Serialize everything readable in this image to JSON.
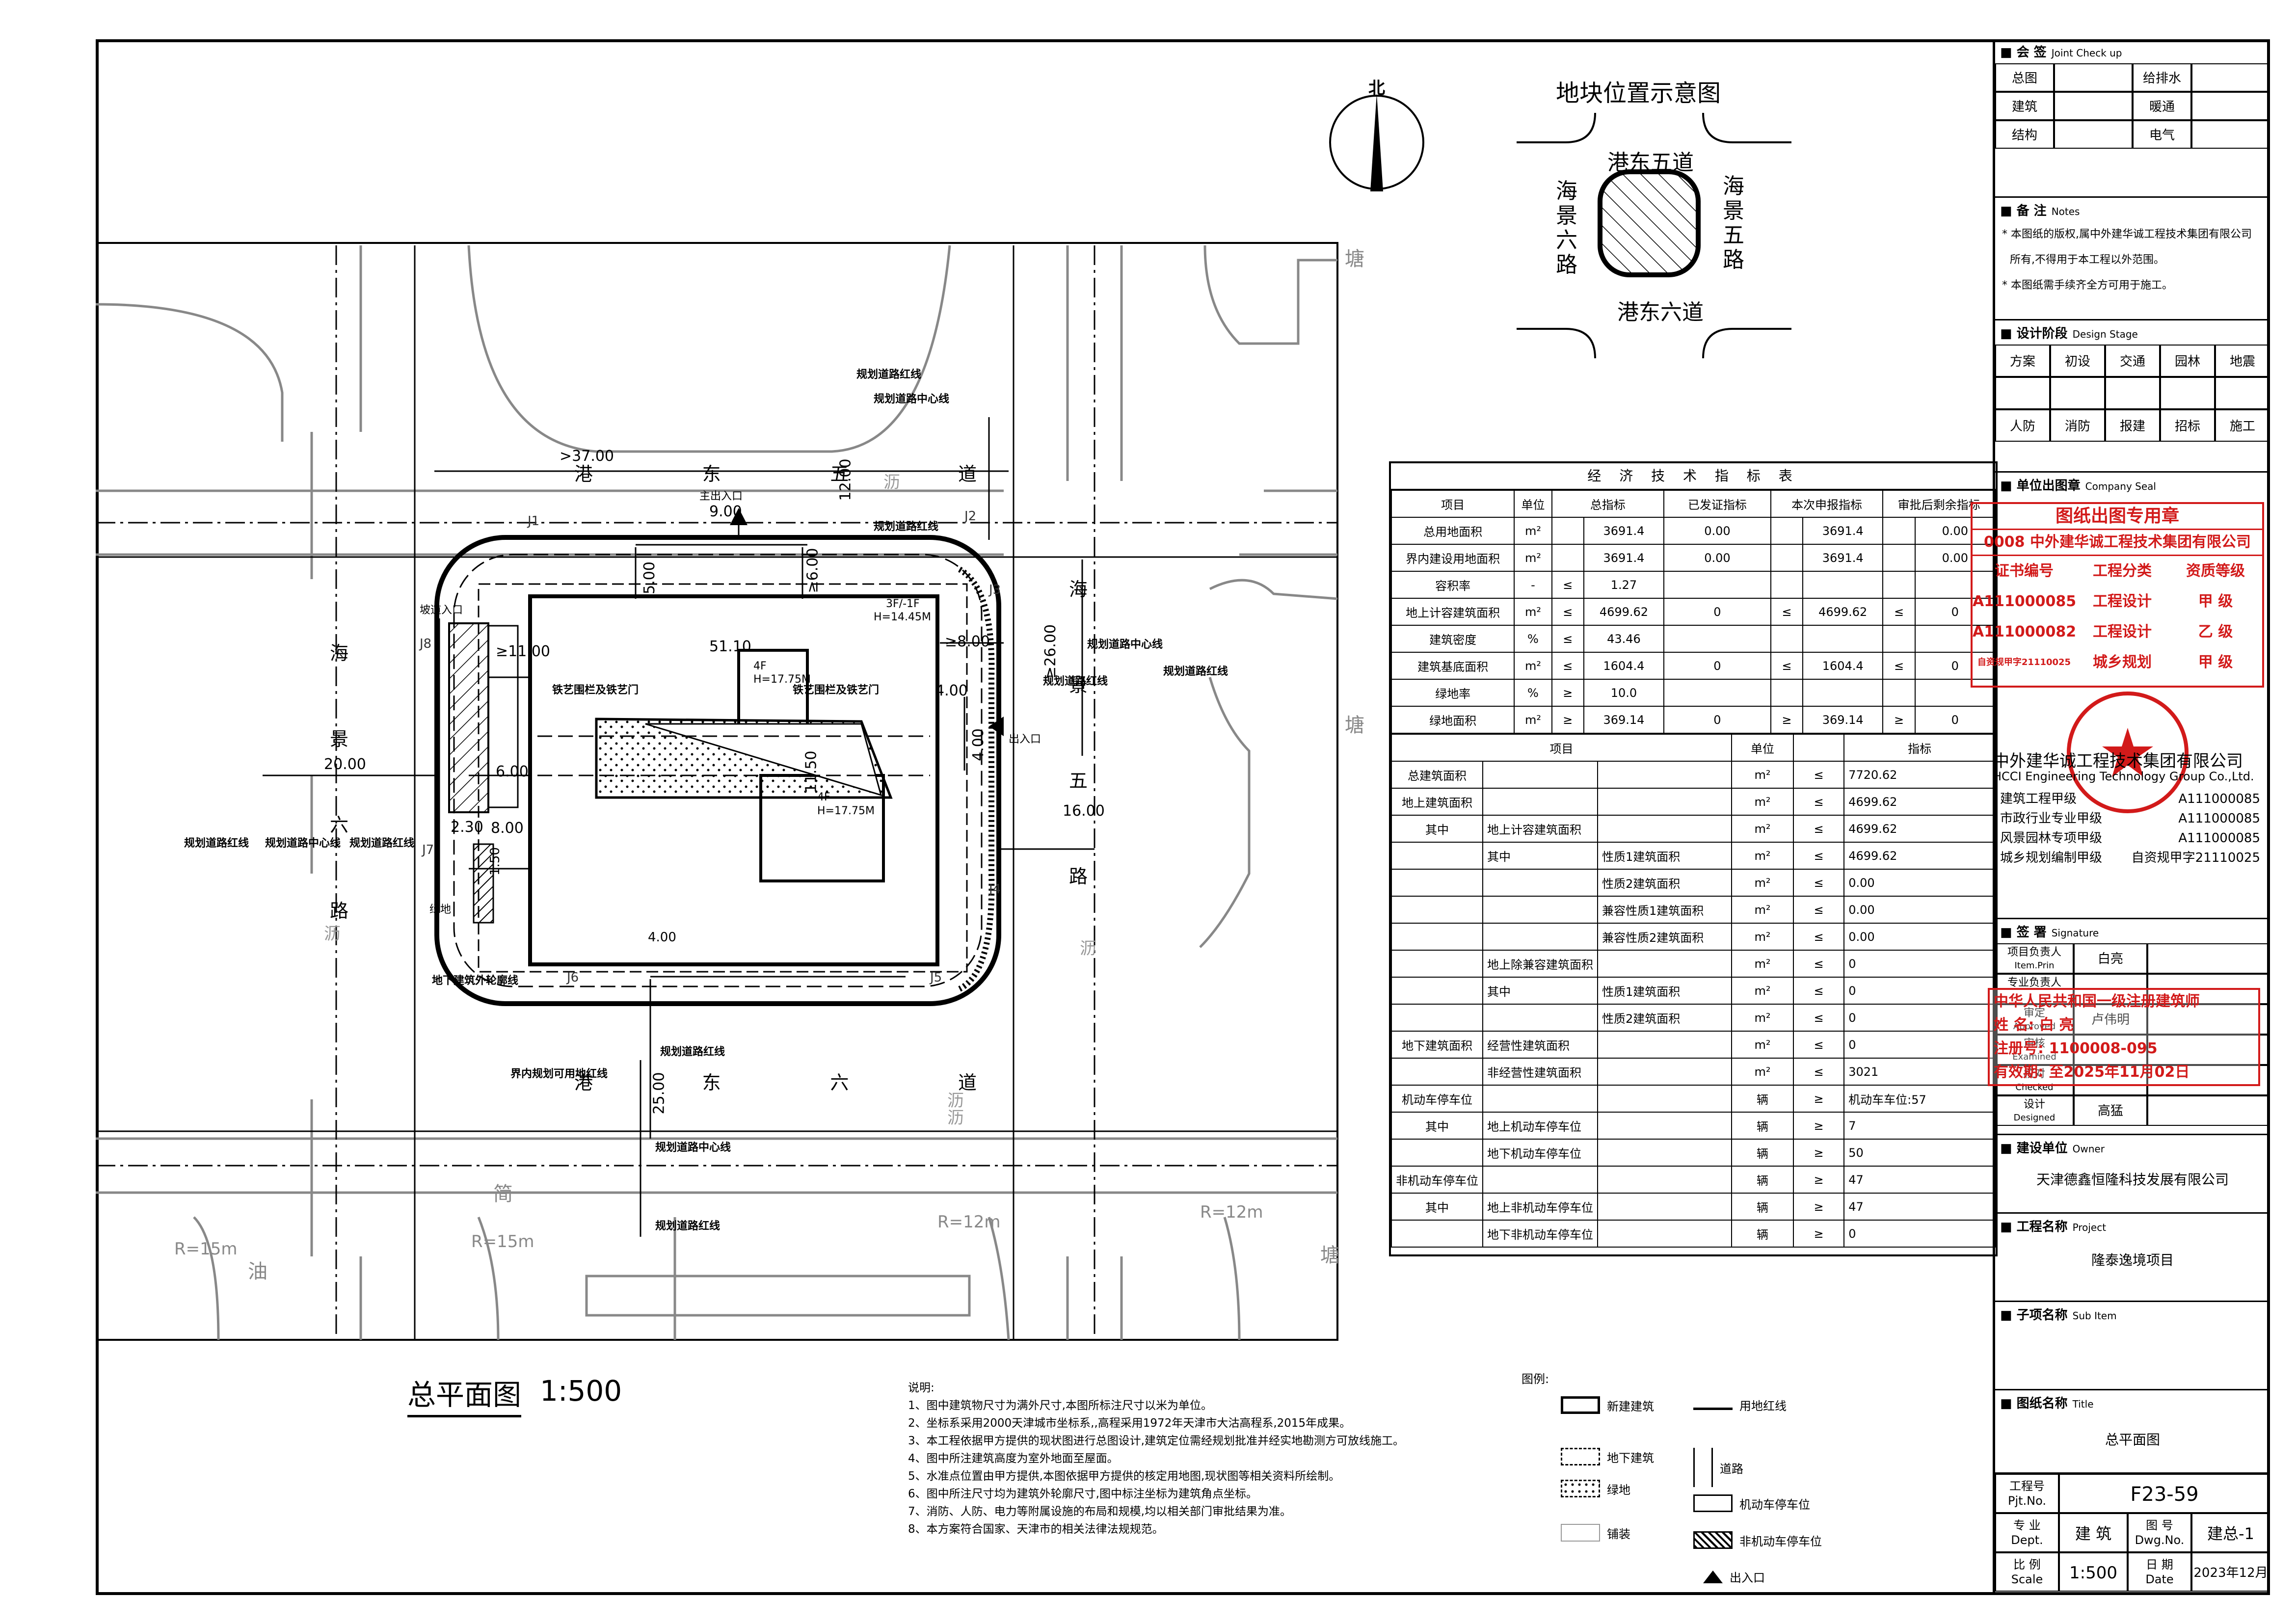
{
  "north_label": "北",
  "location_map": {
    "title": "地块位置示意图",
    "road_top": "港东五道",
    "road_bottom": "港东六道",
    "road_left": "海景六路",
    "road_right": "海景五路"
  },
  "site": {
    "roads": {
      "north": [
        "港",
        "东",
        "五",
        "道"
      ],
      "south": [
        "港",
        "东",
        "六",
        "道"
      ],
      "west": [
        "海",
        "景",
        "六",
        "路"
      ],
      "east": [
        "海",
        "景",
        "五",
        "路"
      ],
      "asphalt": "沥",
      "pond": "塘",
      "simple": "简",
      "oil": "油",
      "r15": "R=15m",
      "r12": "R=12m"
    },
    "labels": {
      "red_line": "规划道路红线",
      "center_line": "规划道路中心线",
      "main_entrance": "主出入口",
      "entrance": "出入口",
      "ramp": "坡道入口",
      "iron_gate": "铁艺围栏及铁艺门",
      "bldg_main": "3F/-1F",
      "bldg_main_h": "H=14.45M",
      "bldg_4f": "4F",
      "bldg_4f_h": "H=17.75M",
      "underground_line": "地下建筑外轮廓线",
      "site_line": "界内规划可用地红线",
      "green": "绿地"
    },
    "dims": {
      "d37": ">37.00",
      "d12": "12.00",
      "d9": "9.00",
      "d5": "5.00",
      "d6a": "≥6.00",
      "d11": "≥11.00",
      "d51": "51.10",
      "d8": "≥8.00",
      "d26": "≥26.00",
      "d4": "4.00",
      "d20": "20.00",
      "d6b": "6.00",
      "d16": "16.00",
      "d8b": "8.00",
      "d230": "2.30",
      "d150": "1.50",
      "d400": "4.00",
      "d25": "25.00",
      "d1150": "11.50"
    },
    "points": [
      "J1",
      "J2",
      "J3",
      "J4",
      "J5",
      "J6",
      "J7",
      "J8"
    ]
  },
  "plan_title": {
    "name": "总平面图",
    "scale": "1:500"
  },
  "econ_table": {
    "caption": "经 济 技 术 指 标 表",
    "header": [
      "项目",
      "单位",
      "总指标",
      "已发证指标",
      "本次申报指标",
      "审批后剩余指标"
    ],
    "rows_a": [
      [
        "总用地面积",
        "m²",
        "",
        "3691.4",
        "0.00",
        "",
        "3691.4",
        "",
        "0.00"
      ],
      [
        "界内建设用地面积",
        "m²",
        "",
        "3691.4",
        "0.00",
        "",
        "3691.4",
        "",
        "0.00"
      ],
      [
        "容积率",
        "-",
        "≤",
        "1.27",
        "",
        "",
        "",
        "",
        ""
      ],
      [
        "地上计容建筑面积",
        "m²",
        "≤",
        "4699.62",
        "0",
        "≤",
        "4699.62",
        "≤",
        "0"
      ],
      [
        "建筑密度",
        "%",
        "≤",
        "43.46",
        "",
        "",
        "",
        "",
        ""
      ],
      [
        "建筑基底面积",
        "m²",
        "≤",
        "1604.4",
        "0",
        "≤",
        "1604.4",
        "≤",
        "0"
      ],
      [
        "绿地率",
        "%",
        "≥",
        "10.0",
        "",
        "",
        "",
        "",
        ""
      ],
      [
        "绿地面积",
        "m²",
        "≥",
        "369.14",
        "0",
        "≥",
        "369.14",
        "≥",
        "0"
      ]
    ],
    "header_b": [
      "项目",
      "单位",
      "指标"
    ],
    "rows_b": [
      {
        "a": "总建筑面积",
        "b": "",
        "c": "",
        "unit": "m²",
        "op": "≤",
        "val": "7720.62"
      },
      {
        "a": "地上建筑面积",
        "b": "",
        "c": "",
        "unit": "m²",
        "op": "≤",
        "val": "4699.62"
      },
      {
        "a": "其中",
        "b": "地上计容建筑面积",
        "c": "",
        "unit": "m²",
        "op": "≤",
        "val": "4699.62"
      },
      {
        "a": "",
        "b": "其中",
        "c": "性质1建筑面积",
        "unit": "m²",
        "op": "≤",
        "val": "4699.62"
      },
      {
        "a": "",
        "b": "",
        "c": "性质2建筑面积",
        "unit": "m²",
        "op": "≤",
        "val": "0.00"
      },
      {
        "a": "",
        "b": "",
        "c": "兼容性质1建筑面积",
        "unit": "m²",
        "op": "≤",
        "val": "0.00"
      },
      {
        "a": "",
        "b": "",
        "c": "兼容性质2建筑面积",
        "unit": "m²",
        "op": "≤",
        "val": "0.00"
      },
      {
        "a": "",
        "b": "地上除兼容建筑面积",
        "c": "",
        "unit": "m²",
        "op": "≤",
        "val": "0"
      },
      {
        "a": "",
        "b": "其中",
        "c": "性质1建筑面积",
        "unit": "m²",
        "op": "≤",
        "val": "0"
      },
      {
        "a": "",
        "b": "",
        "c": "性质2建筑面积",
        "unit": "m²",
        "op": "≤",
        "val": "0"
      },
      {
        "a": "地下建筑面积",
        "b": "经营性建筑面积",
        "c": "",
        "unit": "m²",
        "op": "≤",
        "val": "0"
      },
      {
        "a": "",
        "b": "非经营性建筑面积",
        "c": "",
        "unit": "m²",
        "op": "≤",
        "val": "3021"
      },
      {
        "a": "机动车停车位",
        "b": "",
        "c": "",
        "unit": "辆",
        "op": "≥",
        "val": "机动车车位:57"
      },
      {
        "a": "其中",
        "b": "地上机动车停车位",
        "c": "",
        "unit": "辆",
        "op": "≥",
        "val": "7"
      },
      {
        "a": "",
        "b": "地下机动车停车位",
        "c": "",
        "unit": "辆",
        "op": "≥",
        "val": "50"
      },
      {
        "a": "非机动车停车位",
        "b": "",
        "c": "",
        "unit": "辆",
        "op": "≥",
        "val": "47"
      },
      {
        "a": "其中",
        "b": "地上非机动车停车位",
        "c": "",
        "unit": "辆",
        "op": "≥",
        "val": "47"
      },
      {
        "a": "",
        "b": "地下非机动车停车位",
        "c": "",
        "unit": "辆",
        "op": "≥",
        "val": "0"
      }
    ]
  },
  "notes": {
    "title": "说明:",
    "items": [
      "1、图中建筑物尺寸为满外尺寸,本图所标注尺寸以米为单位。",
      "2、坐标系采用2000天津城市坐标系,,高程采用1972年天津市大沽高程系,2015年成果。",
      "3、本工程依据甲方提供的现状图进行总图设计,建筑定位需经规划批准并经实地勘测方可放线施工。",
      "4、图中所注建筑高度为室外地面至屋面。",
      "5、水准点位置由甲方提供,本图依据甲方提供的核定用地图,现状图等相关资料所绘制。",
      "6、图中所注尺寸均为建筑外轮廓尺寸,图中标注坐标为建筑角点坐标。",
      "7、消防、人防、电力等附属设施的布局和规模,均以相关部门审批结果为准。",
      "8、本方案符合国家、天津市的相关法律法规规范。"
    ]
  },
  "legend": {
    "title": "图例:",
    "new_building": "新建建筑",
    "site_line": "用地红线",
    "underground": "地下建筑",
    "road": "道路",
    "green": "绿地",
    "car_parking": "机动车停车位",
    "paving": "铺装",
    "bike_parking": "非机动车停车位",
    "entrance": "出入口"
  },
  "title_block": {
    "joint": {
      "title": "会 签",
      "en": "Joint Check up",
      "cells": [
        "总图",
        "",
        "给排水",
        "",
        "建筑",
        "",
        "暖通",
        "",
        "结构",
        "",
        "电气",
        ""
      ]
    },
    "notes": {
      "title": "备 注",
      "en": "Notes",
      "lines": [
        "* 本图纸的版权,属中外建华诚工程技术集团有限公司",
        "所有,不得用于本工程以外范围。",
        "* 本图纸需手续齐全方可用于施工。"
      ]
    },
    "stage": {
      "title": "设计阶段",
      "en": "Design Stage",
      "cells": [
        "方案",
        "初设",
        "交通",
        "园林",
        "地震",
        "",
        "",
        "",
        "",
        "",
        "人防",
        "消防",
        "报建",
        "招标",
        "施工"
      ]
    },
    "seal": {
      "title": "单位出图章",
      "en": "Company Seal",
      "stamp_title": "图纸出图专用章",
      "stamp_company": "0008 中外建华诚工程技术集团有限公司",
      "stamp_rows": [
        [
          "证书编号",
          "工程分类",
          "资质等级"
        ],
        [
          "A111000085",
          "工程设计",
          "甲 级"
        ],
        [
          "A111000082",
          "工程设计",
          "乙 级"
        ],
        [
          "自资规甲字21110025",
          "城乡规划",
          "甲 级"
        ]
      ],
      "company_cn": "中外建华诚工程技术集团有限公司",
      "company_en": "HCCI Engineering Technology Group Co.,Ltd.",
      "quals": [
        [
          "建筑工程甲级",
          "A111000085"
        ],
        [
          "市政行业专业甲级",
          "A111000085"
        ],
        [
          "风景园林专项甲级",
          "A111000085"
        ],
        [
          "城乡规划编制甲级",
          "自资规甲字21110025"
        ]
      ]
    },
    "signature": {
      "title": "签 署",
      "en": "Signature",
      "rows": [
        [
          "项目负责人",
          "Item.Prin",
          "白亮"
        ],
        [
          "专业负责人",
          "",
          ""
        ],
        [
          "审定",
          "Approved",
          "卢伟明"
        ],
        [
          "审核",
          "Examined",
          ""
        ],
        [
          "校对",
          "Checked",
          ""
        ],
        [
          "设计",
          "Designed",
          "高猛"
        ]
      ],
      "stamp_lines": [
        "中华人民共和国一级注册建筑师",
        "姓  名: 白  亮",
        "注册号: 1100008-095",
        "有效期: 至2025年11月02日"
      ]
    },
    "owner": {
      "title": "建设单位",
      "en": "Owner",
      "value": "天津德鑫恒隆科技发展有限公司"
    },
    "project": {
      "title": "工程名称",
      "en": "Project",
      "value": "隆泰逸境项目"
    },
    "sub_item": {
      "title": "子项名称",
      "en": "Sub Item",
      "value": ""
    },
    "drawing_title": {
      "title": "图纸名称",
      "en": "Title",
      "value": "总平面图"
    },
    "project_no": {
      "label": "工程号",
      "label_en": "Pjt.No.",
      "value": "F23-59"
    },
    "dept": {
      "label": "专 业",
      "label_en": "Dept.",
      "value": "建 筑",
      "dwg_label": "图 号",
      "dwg_en": "Dwg.No.",
      "dwg_value": "建总-1"
    },
    "scale": {
      "label": "比 例",
      "label_en": "Scale",
      "value": "1:500",
      "date_label": "日 期",
      "date_en": "Date",
      "date_value": "2023年12月"
    }
  },
  "colors": {
    "stamp_red": "#d21a1a",
    "line": "#000000",
    "gray": "#888888"
  }
}
